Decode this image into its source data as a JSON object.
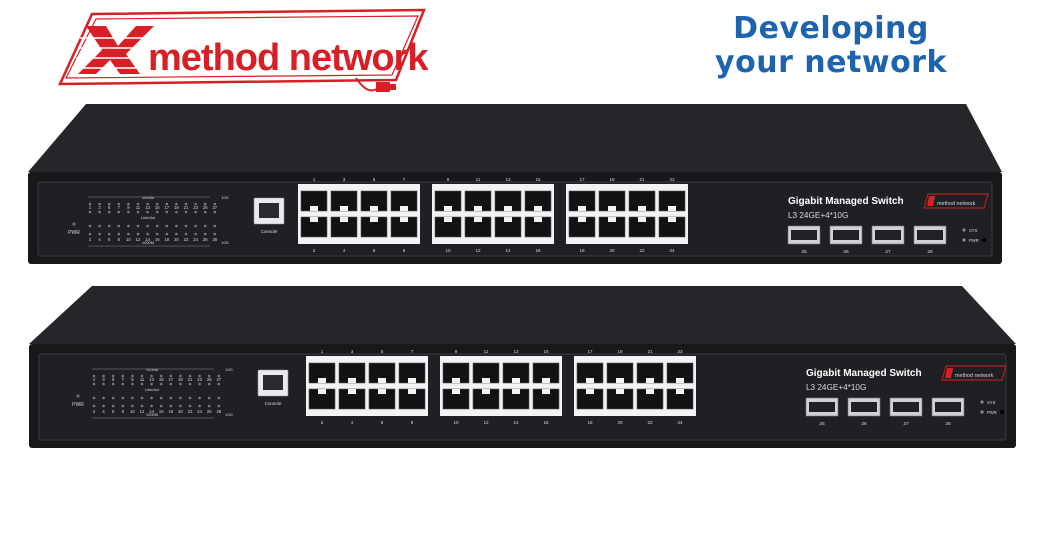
{
  "brand": {
    "logo_text": "method network",
    "slogan_line1": "Developing",
    "slogan_line2": "your network",
    "logo_color": "#d81f26",
    "slogan_color": "#1e63ad"
  },
  "panel": {
    "model_title": "Gigabit Managed Switch",
    "model_spec": "L3 24GE+4*10G",
    "badge_text": "method network",
    "console_label": "Console",
    "pwr_label": "PWR",
    "speed_1000": "1000M",
    "link_act": "Link/Act",
    "speed_10g": "10G",
    "sys_label": "SYS",
    "pwr_led_label": "PWR",
    "led_top_numbers": [
      "1",
      "3",
      "5",
      "7",
      "9",
      "11",
      "13",
      "15",
      "17",
      "19",
      "21",
      "23",
      "25",
      "27"
    ],
    "led_bottom_numbers": [
      "2",
      "4",
      "6",
      "8",
      "10",
      "12",
      "14",
      "16",
      "18",
      "20",
      "22",
      "24",
      "26",
      "28"
    ],
    "port_top_numbers": [
      "1",
      "3",
      "5",
      "7",
      "9",
      "11",
      "13",
      "15",
      "17",
      "19",
      "21",
      "23"
    ],
    "port_bottom_numbers": [
      "2",
      "4",
      "6",
      "8",
      "10",
      "12",
      "14",
      "16",
      "18",
      "20",
      "22",
      "24"
    ],
    "sfp_numbers": [
      "25",
      "26",
      "27",
      "28"
    ],
    "chassis_color": "#17181a",
    "panel_color": "#1f2023"
  }
}
